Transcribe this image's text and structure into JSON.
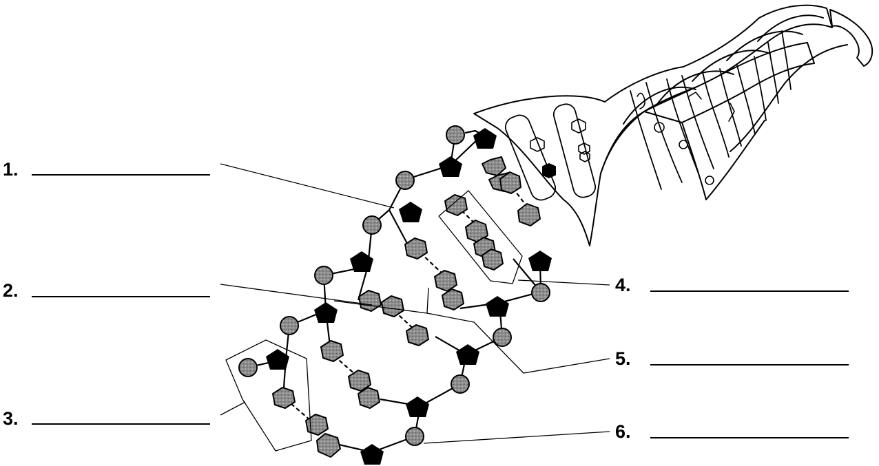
{
  "labels": [
    {
      "number": "1.",
      "answer": ""
    },
    {
      "number": "2.",
      "answer": ""
    },
    {
      "number": "3.",
      "answer": ""
    },
    {
      "number": "4.",
      "answer": ""
    },
    {
      "number": "5.",
      "answer": ""
    },
    {
      "number": "6.",
      "answer": ""
    }
  ],
  "colors": {
    "ink": "#000000",
    "phosphate": "#9a9a9a",
    "sugar": "#000000",
    "base": "#8e8e8e",
    "background": "#ffffff"
  }
}
